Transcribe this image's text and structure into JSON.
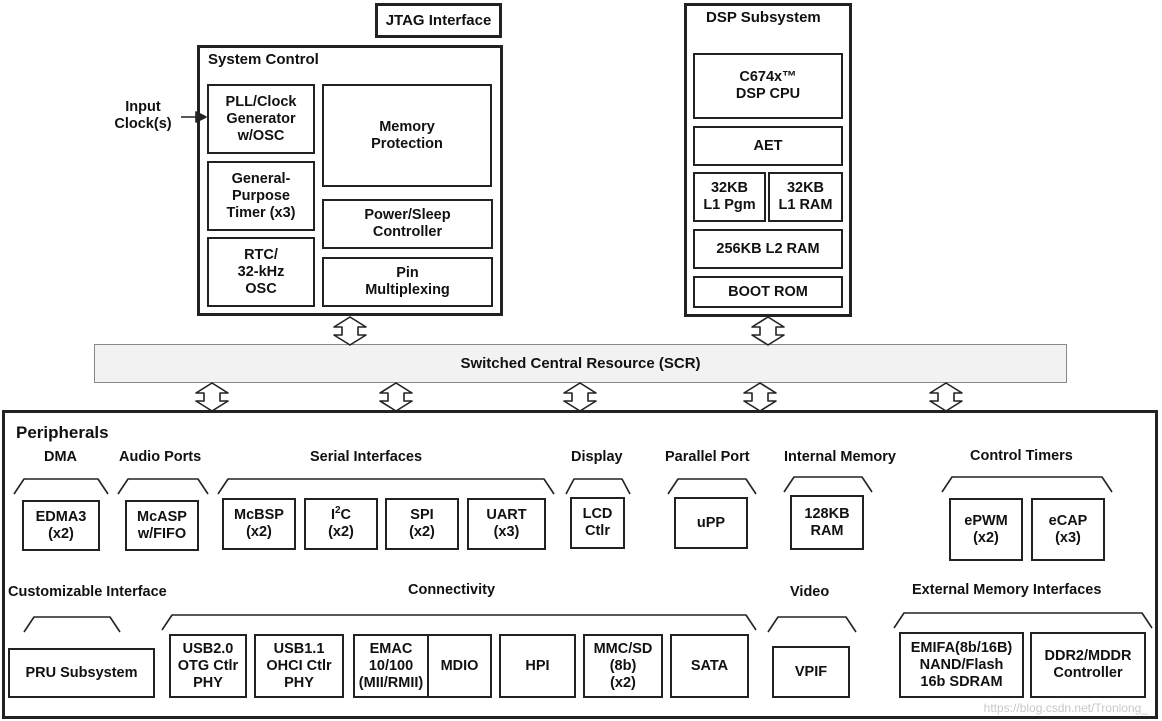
{
  "jtag": "JTAG Interface",
  "system_control": {
    "title": "System Control",
    "pll": "PLL/Clock\nGenerator\nw/OSC",
    "timer": "General-\nPurpose\nTimer (x3)",
    "rtc": "RTC/\n32-kHz\nOSC",
    "memory_protection": "Memory\nProtection",
    "power_sleep": "Power/Sleep\nController",
    "pin_mux": "Pin\nMultiplexing"
  },
  "input_clock": "Input\nClock(s)",
  "dsp": {
    "title": "DSP Subsystem",
    "cpu": "C674x™\nDSP CPU",
    "aet": "AET",
    "l1pgm": "32KB\nL1 Pgm",
    "l1ram": "32KB\nL1 RAM",
    "l2ram": "256KB L2 RAM",
    "boot_rom": "BOOT ROM"
  },
  "scr": "Switched Central Resource (SCR)",
  "peripherals": {
    "title": "Peripherals",
    "groups": {
      "dma": "DMA",
      "audio": "Audio Ports",
      "serial": "Serial Interfaces",
      "display": "Display",
      "parallel": "Parallel Port",
      "internal_memory": "Internal Memory",
      "control_timers": "Control Timers",
      "custom": "Customizable Interface",
      "connectivity": "Connectivity",
      "video": "Video",
      "emif": "External Memory Interfaces"
    },
    "edma3": "EDMA3\n(x2)",
    "mcasp": "McASP\nw/FIFO",
    "mcbsp": "McBSP\n(x2)",
    "i2c_base": "I",
    "i2c_sup": "2",
    "i2c_rest": "C\n(x2)",
    "spi": "SPI\n(x2)",
    "uart": "UART\n(x3)",
    "lcd": "LCD\nCtlr",
    "upp": "uPP",
    "ram128": "128KB\nRAM",
    "epwm": "ePWM\n(x2)",
    "ecap": "eCAP\n(x3)",
    "pru": "PRU Subsystem",
    "usb20": "USB2.0\nOTG Ctlr\nPHY",
    "usb11": "USB1.1\nOHCI Ctlr\nPHY",
    "emac": "EMAC\n10/100\n(MII/RMII)",
    "mdio": "MDIO",
    "hpi": "HPI",
    "mmcsd": "MMC/SD\n(8b)\n(x2)",
    "sata": "SATA",
    "vpif": "VPIF",
    "emifa": "EMIFA(8b/16B)\nNAND/Flash\n16b SDRAM",
    "ddr2": "DDR2/MDDR\nController"
  },
  "watermark": "https://blog.csdn.net/Tronlong_"
}
